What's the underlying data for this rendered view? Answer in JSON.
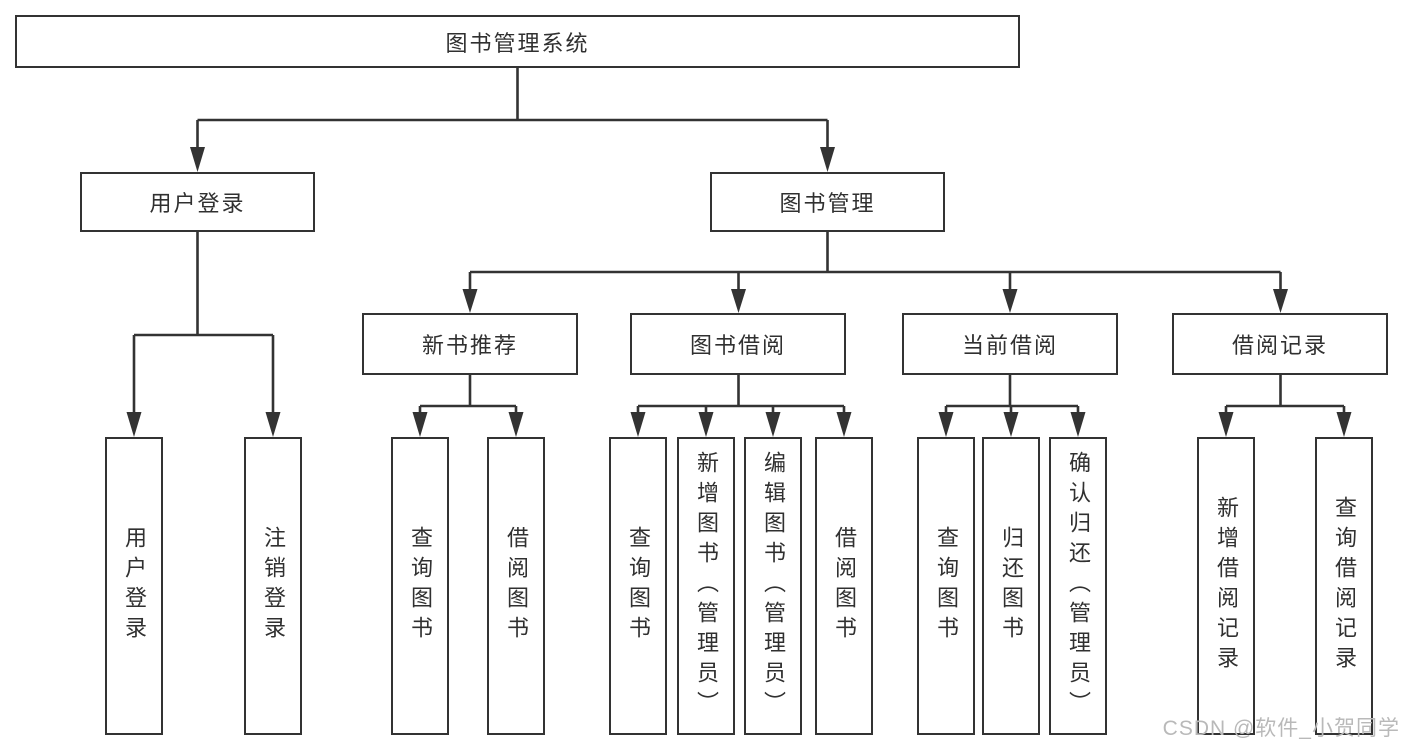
{
  "tree": {
    "root": {
      "label": "图书管理系统"
    },
    "branches": [
      {
        "label": "用户登录",
        "children": [
          {
            "label": "用户登录"
          },
          {
            "label": "注销登录"
          }
        ]
      },
      {
        "label": "图书管理",
        "children": [
          {
            "label": "新书推荐",
            "children": [
              {
                "label": "查询图书"
              },
              {
                "label": "借阅图书"
              }
            ]
          },
          {
            "label": "图书借阅",
            "children": [
              {
                "label": "查询图书"
              },
              {
                "label": "新增图书（管理员）"
              },
              {
                "label": "编辑图书（管理员）"
              },
              {
                "label": "借阅图书"
              }
            ]
          },
          {
            "label": "当前借阅",
            "children": [
              {
                "label": "查询图书"
              },
              {
                "label": "归还图书"
              },
              {
                "label": "确认归还（管理员）"
              }
            ]
          },
          {
            "label": "借阅记录",
            "children": [
              {
                "label": "新增借阅记录"
              },
              {
                "label": "查询借阅记录"
              }
            ]
          }
        ]
      }
    ]
  },
  "watermark": {
    "text": "CSDN @软件_小贺同学"
  },
  "colors": {
    "line": "#333333",
    "text": "#303030",
    "background": "#ffffff",
    "watermark": "#b9b9b9"
  }
}
